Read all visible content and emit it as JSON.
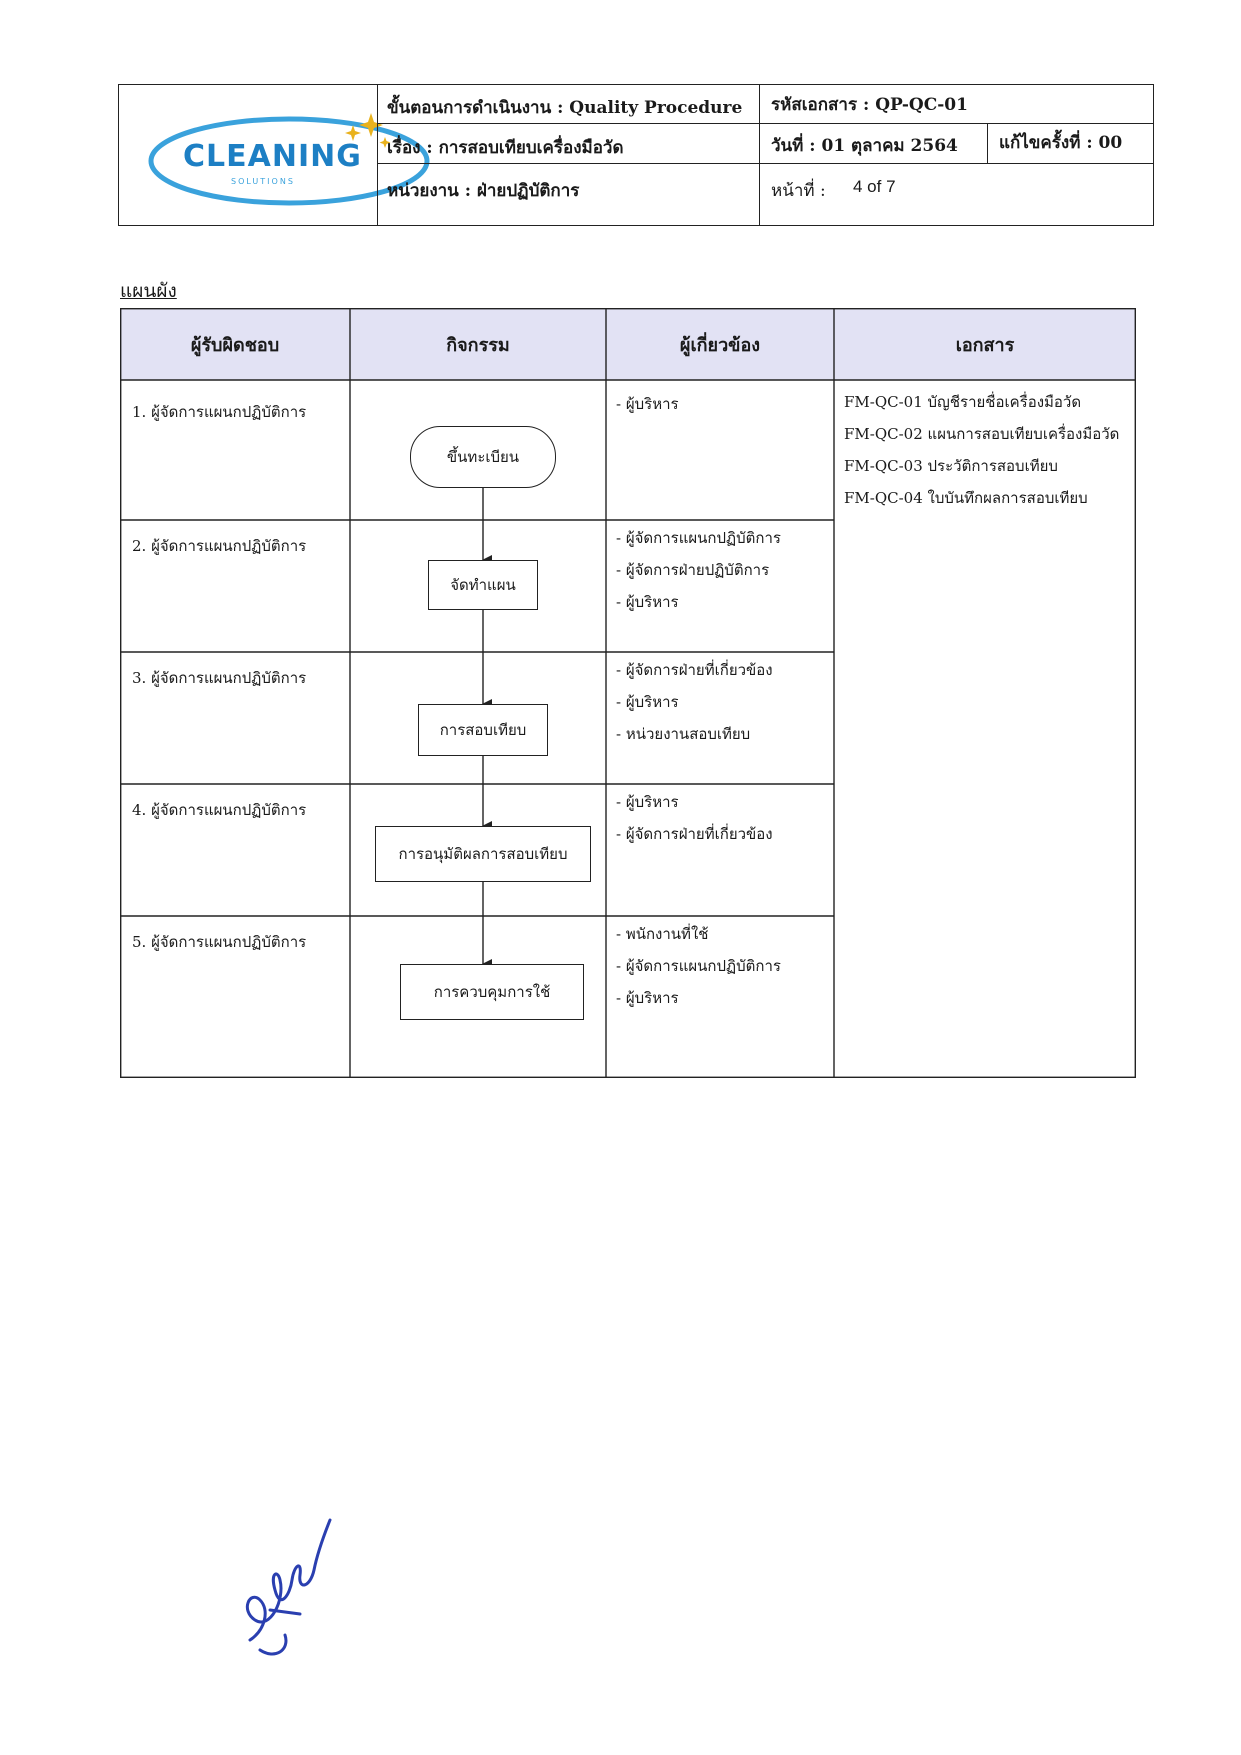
{
  "header": {
    "logo_text": "CLEANING",
    "logo_sub": "SOLUTIONS",
    "procedure": "ขั้นตอนการดำเนินงาน : Quality Procedure",
    "subject": "เรื่อง : การสอบเทียบเครื่องมือวัด",
    "department": "หน่วยงาน  :  ฝ่ายปฏิบัติการ",
    "doc_code": "รหัสเอกสาร : QP-QC-01",
    "date": "วันที่ : 01 ตุลาคม 2564",
    "revision": "แก้ไขครั้งที่ :  00",
    "page_label": "หน้าที่ :",
    "page_value": "4 of 7"
  },
  "section_title": "แผนผัง",
  "table": {
    "columns": [
      "ผู้รับผิดชอบ",
      "กิจกรรม",
      "ผู้เกี่ยวข้อง",
      "เอกสาร"
    ],
    "responsible": [
      "1. ผู้จัดการแผนกปฏิบัติการ",
      "2. ผู้จัดการแผนกปฏิบัติการ",
      "3. ผู้จัดการแผนกปฏิบัติการ",
      "4. ผู้จัดการแผนกปฏิบัติการ",
      "5. ผู้จัดการแผนกปฏิบัติการ"
    ],
    "activities": [
      "ขึ้นทะเบียน",
      "จัดทำแผน",
      "การสอบเทียบ",
      "การอนุมัติผลการสอบเทียบ",
      "การควบคุมการใช้"
    ],
    "related": [
      [
        "- ผู้บริหาร"
      ],
      [
        "- ผู้จัดการแผนกปฏิบัติการ",
        "- ผู้จัดการฝ่ายปฏิบัติการ",
        "- ผู้บริหาร"
      ],
      [
        "- ผู้จัดการฝ่ายที่เกี่ยวข้อง",
        "- ผู้บริหาร",
        "- หน่วยงานสอบเทียบ"
      ],
      [
        "- ผู้บริหาร",
        "- ผู้จัดการฝ่ายที่เกี่ยวข้อง"
      ],
      [
        "- พนักงานที่ใช้",
        "- ผู้จัดการแผนกปฏิบัติการ",
        "- ผู้บริหาร"
      ]
    ],
    "documents": [
      "FM-QC-01  บัญชีรายชื่อเครื่องมือวัด",
      "FM-QC-02  แผนการสอบเทียบเครื่องมือวัด",
      "FM-QC-03  ประวัติการสอบเทียบ",
      "FM-QC-04  ใบบันทึกผลการสอบเทียบ"
    ]
  },
  "colors": {
    "header_fill": "#e2e2f4",
    "logo_blue": "#1d7fc4",
    "signature_ink": "#2a3fb0"
  }
}
